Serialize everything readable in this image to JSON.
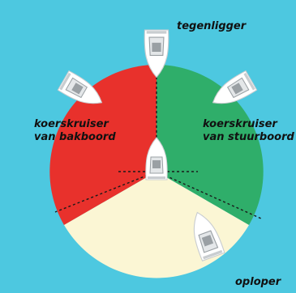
{
  "colors": {
    "water": "#4dc8e0",
    "port_sector": "#e8312c",
    "starboard_sector": "#2fae6a",
    "stern_sector": "#fbf6d4",
    "boat_hull": "#ffffff",
    "boat_detail": "#9aa0a4",
    "sector_line": "#1a1a1a"
  },
  "labels": {
    "oncoming": "tegenligger",
    "port_line1": "koerskruiser",
    "port_line2": "van bakboord",
    "starboard_line1": "koerskruiser",
    "starboard_line2": "van stuurboord",
    "overtaking": "oploper"
  },
  "boats": [
    {
      "name": "oncoming-boat",
      "heading": 180
    },
    {
      "name": "port-crossing-boat",
      "heading": 120
    },
    {
      "name": "starboard-crossing-boat",
      "heading": 240
    },
    {
      "name": "center-boat",
      "heading": 0
    },
    {
      "name": "overtaking-boat",
      "heading": -20
    }
  ]
}
